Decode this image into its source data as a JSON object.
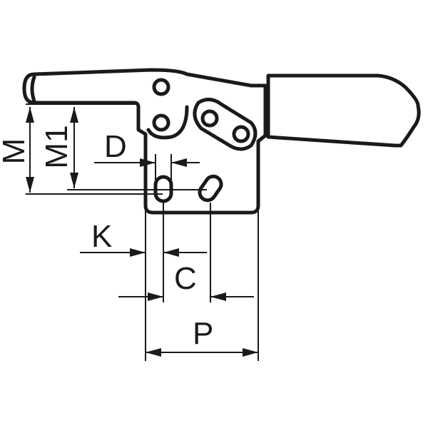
{
  "labels": {
    "m": "M",
    "m1": "M1",
    "d": "D",
    "k": "K",
    "c": "C",
    "p": "P"
  }
}
